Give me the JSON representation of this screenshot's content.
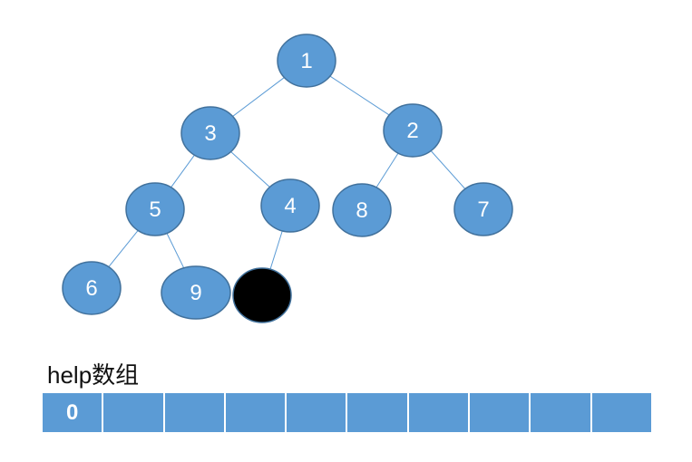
{
  "colors": {
    "node_fill": "#5b9bd5",
    "node_stroke": "#41719c",
    "edge": "#5b9bd5",
    "highlight_fill": "#000000",
    "array_fill": "#5b9bd5"
  },
  "tree": {
    "nodes": [
      {
        "id": "n1",
        "label": "1"
      },
      {
        "id": "n3",
        "label": "3"
      },
      {
        "id": "n2",
        "label": "2"
      },
      {
        "id": "n5",
        "label": "5"
      },
      {
        "id": "n4",
        "label": "4"
      },
      {
        "id": "n8",
        "label": "8"
      },
      {
        "id": "n7",
        "label": "7"
      },
      {
        "id": "n6",
        "label": "6"
      },
      {
        "id": "n9",
        "label": "9"
      },
      {
        "id": "nblack",
        "label": ""
      }
    ],
    "edges": [
      [
        "n1",
        "n3"
      ],
      [
        "n1",
        "n2"
      ],
      [
        "n3",
        "n5"
      ],
      [
        "n3",
        "n4"
      ],
      [
        "n2",
        "n8"
      ],
      [
        "n2",
        "n7"
      ],
      [
        "n5",
        "n6"
      ],
      [
        "n5",
        "n9"
      ],
      [
        "n4",
        "nblack"
      ]
    ]
  },
  "help": {
    "label": "help数组",
    "cells": [
      "0",
      "",
      "",
      "",
      "",
      "",
      "",
      "",
      "",
      ""
    ]
  }
}
